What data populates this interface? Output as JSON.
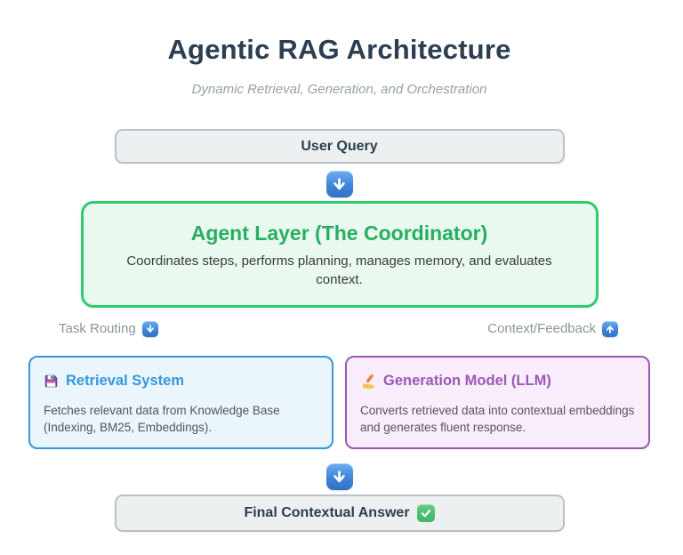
{
  "header": {
    "title": "Agentic RAG Architecture",
    "subtitle": "Dynamic Retrieval, Generation, and Orchestration"
  },
  "flow": {
    "user_query": {
      "label": "User Query"
    },
    "connector_top": {
      "icon": "down-arrow"
    },
    "agent_layer": {
      "title": "Agent Layer (The Coordinator)",
      "description": "Coordinates steps, performs planning, manages memory, and evaluates context."
    },
    "task_routing": {
      "label": "Task Routing",
      "direction_icon": "down-arrow"
    },
    "context_feedback": {
      "label": "Context/Feedback",
      "direction_icon": "up-arrow"
    },
    "retrieval_system": {
      "icon": "floppy-disk",
      "title": "Retrieval System",
      "description": "Fetches relevant data from Knowledge Base (Indexing, BM25, Embeddings)."
    },
    "generation_model": {
      "icon": "writing-hand",
      "title": "Generation Model (LLM)",
      "description": "Converts retrieved data into contextual embeddings and generates fluent response."
    },
    "connector_bottom": {
      "icon": "down-arrow"
    },
    "final_answer": {
      "label": "Final Contextual Answer",
      "status_icon": "check-mark"
    }
  },
  "colors": {
    "title_text": "#2c3e50",
    "subtitle_text": "#95a0a6",
    "neutral_box_bg": "#ecf0f1",
    "neutral_box_border": "#b9c2c9",
    "agent_box_bg": "#e9f9ef",
    "agent_box_border": "#2ecc71",
    "agent_title_text": "#27ae60",
    "retrieval_box_bg": "#eaf5fc",
    "retrieval_box_border": "#3498db",
    "retrieval_title_text": "#3498db",
    "generation_box_bg": "#f9edfb",
    "generation_box_border": "#9b59b6",
    "generation_title_text": "#9b59b6",
    "arrow_button_blue": "#3f84d8",
    "check_button_green": "#44b369",
    "edge_label_text": "#8a959c",
    "body_text": "#555555"
  }
}
